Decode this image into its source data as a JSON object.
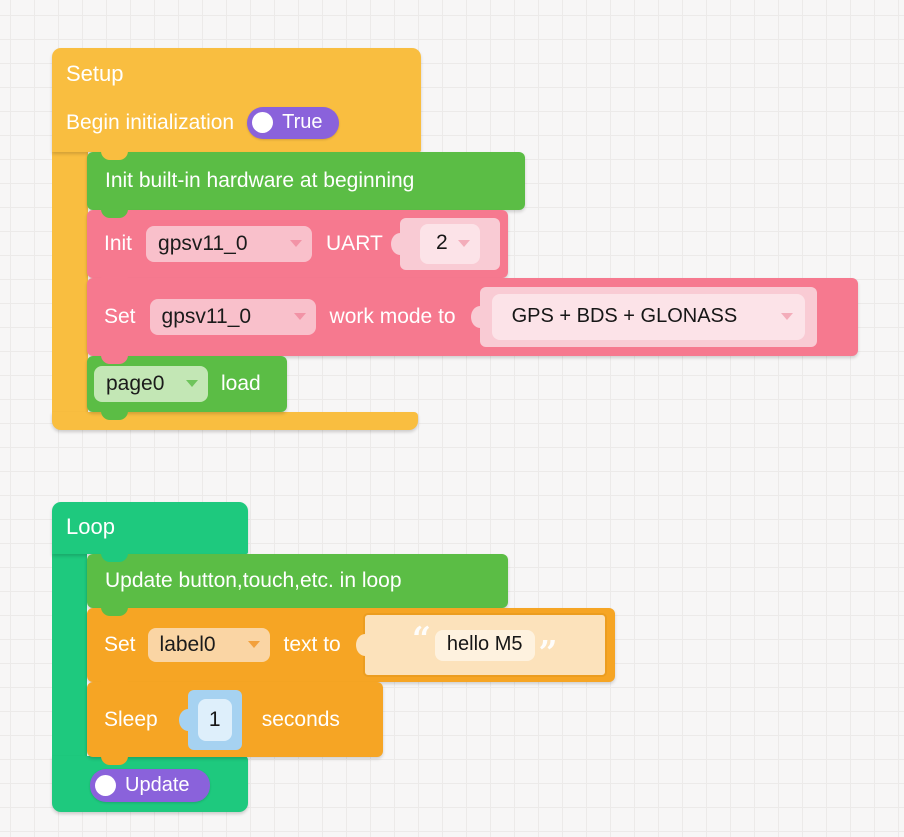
{
  "colors": {
    "canvas_bg": "#F7F6F6",
    "grid_line": "#ECEAE9",
    "event_amber": "#F9BE40",
    "statement_green": "#5BBD45",
    "statement_pink": "#F6798F",
    "loop_teal": "#1EC97E",
    "statement_orange": "#F6A524",
    "boolean_purple": "#8A62DB",
    "number_blue": "#A6D2F1"
  },
  "setup": {
    "title": "Setup",
    "begin_label": "Begin initialization",
    "begin_value": "True",
    "hw_init_label": "Init built-in hardware at beginning",
    "uart": {
      "prefix": "Init",
      "device": "gpsv11_0",
      "label": "UART",
      "port": "2"
    },
    "workmode": {
      "prefix": "Set",
      "device": "gpsv11_0",
      "label": "work mode to",
      "mode": "GPS + BDS + GLONASS"
    },
    "page": {
      "name": "page0",
      "action": "load"
    }
  },
  "loop": {
    "title": "Loop",
    "hw_update_label": "Update button,touch,etc. in loop",
    "set_text": {
      "prefix": "Set",
      "field": "label0",
      "label": "text to",
      "value": "hello M5"
    },
    "sleep": {
      "prefix": "Sleep",
      "value": "1",
      "suffix": "seconds"
    },
    "update_label": "Update"
  }
}
